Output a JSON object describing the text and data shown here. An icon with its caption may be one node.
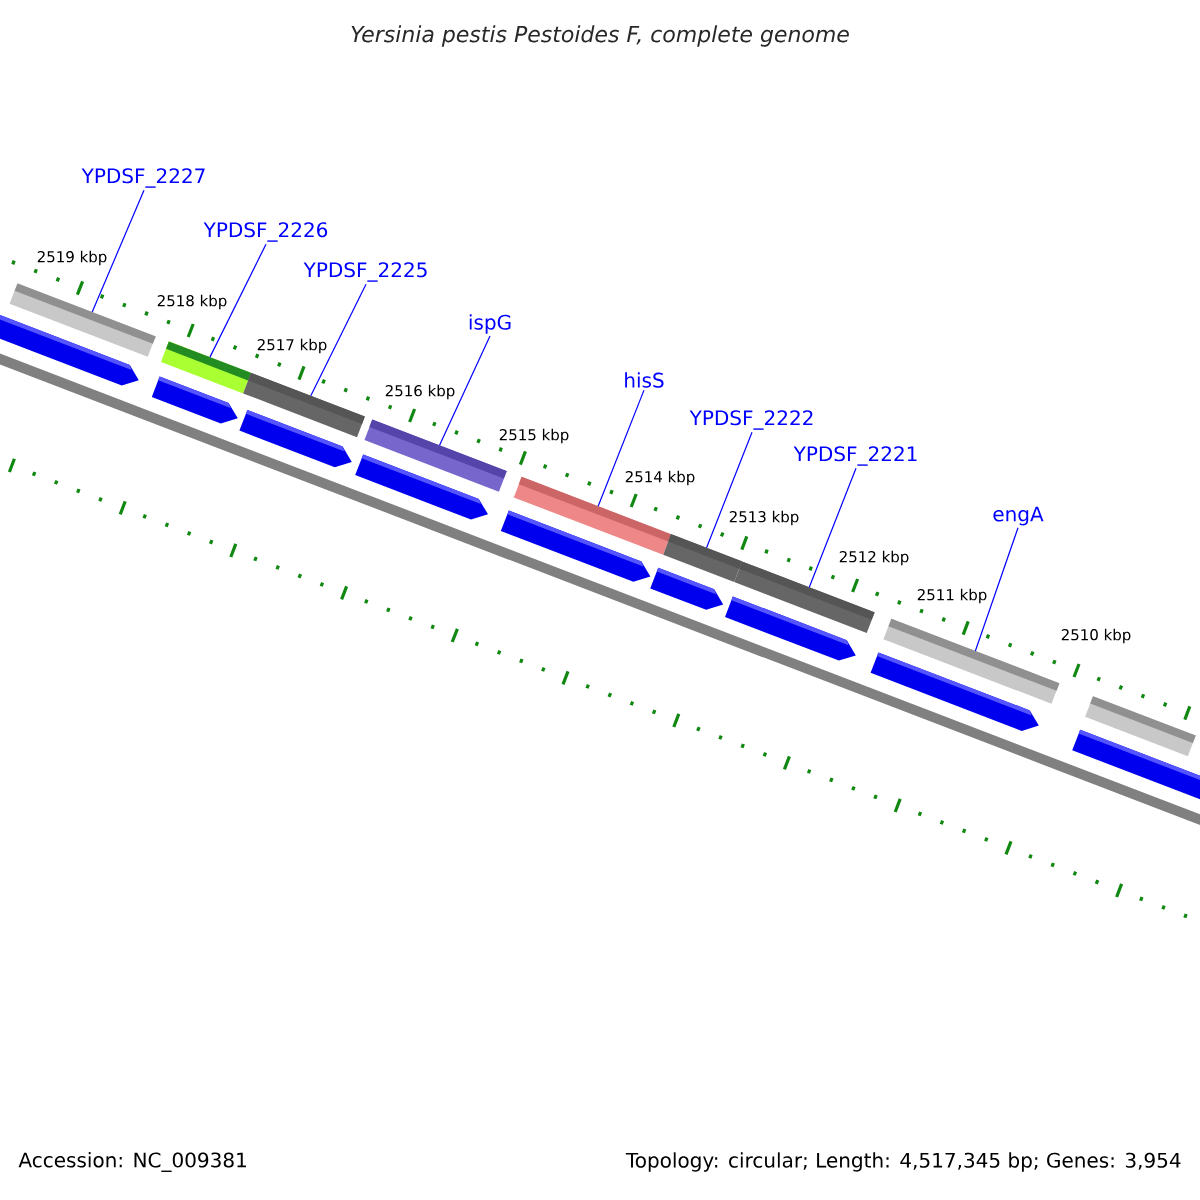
{
  "diagram": {
    "title": "Yersinia pestis Pestoides F, complete genome",
    "nodes": [
      {
        "text": [
          "YPDSF_2227"
        ]
      },
      {
        "text": [
          "YPDSF_2226"
        ]
      },
      {
        "text": [
          "YPDSF_2225"
        ]
      },
      {
        "text": [
          "ispG"
        ]
      },
      {
        "text": [
          "hisS"
        ]
      },
      {
        "text": [
          "YPDSF_2222"
        ]
      },
      {
        "text": [
          "YPDSF_2221"
        ]
      },
      {
        "text": [
          "engA"
        ]
      },
      {
        "text": [],
        "shape": "bar"
      },
      {
        "text": [],
        "shape": "bar"
      },
      {
        "text": [],
        "shape": "bar"
      },
      {
        "text": [],
        "shape": "bar"
      },
      {
        "text": [],
        "shape": "bar"
      },
      {
        "text": [],
        "shape": "bar"
      },
      {
        "text": [],
        "shape": "bar"
      },
      {
        "text": [],
        "shape": "bar"
      },
      {
        "text": [],
        "shape": "bar"
      }
    ],
    "edges": [
      {
        "from": 0,
        "to": 8,
        "arrow": "none"
      },
      {
        "from": 1,
        "to": 9,
        "arrow": "none"
      },
      {
        "from": 2,
        "to": 10,
        "arrow": "none"
      },
      {
        "from": 3,
        "to": 11,
        "arrow": "none"
      },
      {
        "from": 4,
        "to": 12,
        "arrow": "none"
      },
      {
        "from": 5,
        "to": 13,
        "arrow": "none"
      },
      {
        "from": 6,
        "to": 14,
        "arrow": "none"
      },
      {
        "from": 7,
        "to": 15,
        "arrow": "none"
      }
    ],
    "labels": [
      "2519 kbp",
      "2518 kbp",
      "2517 kbp",
      "2516 kbp",
      "2515 kbp",
      "2514 kbp",
      "2513 kbp",
      "2512 kbp",
      "2511 kbp",
      "2510 kbp",
      "Accession: NC_009381",
      "Topology: circular; Length: 4,517,345 bp; Genes: 3,954"
    ]
  }
}
